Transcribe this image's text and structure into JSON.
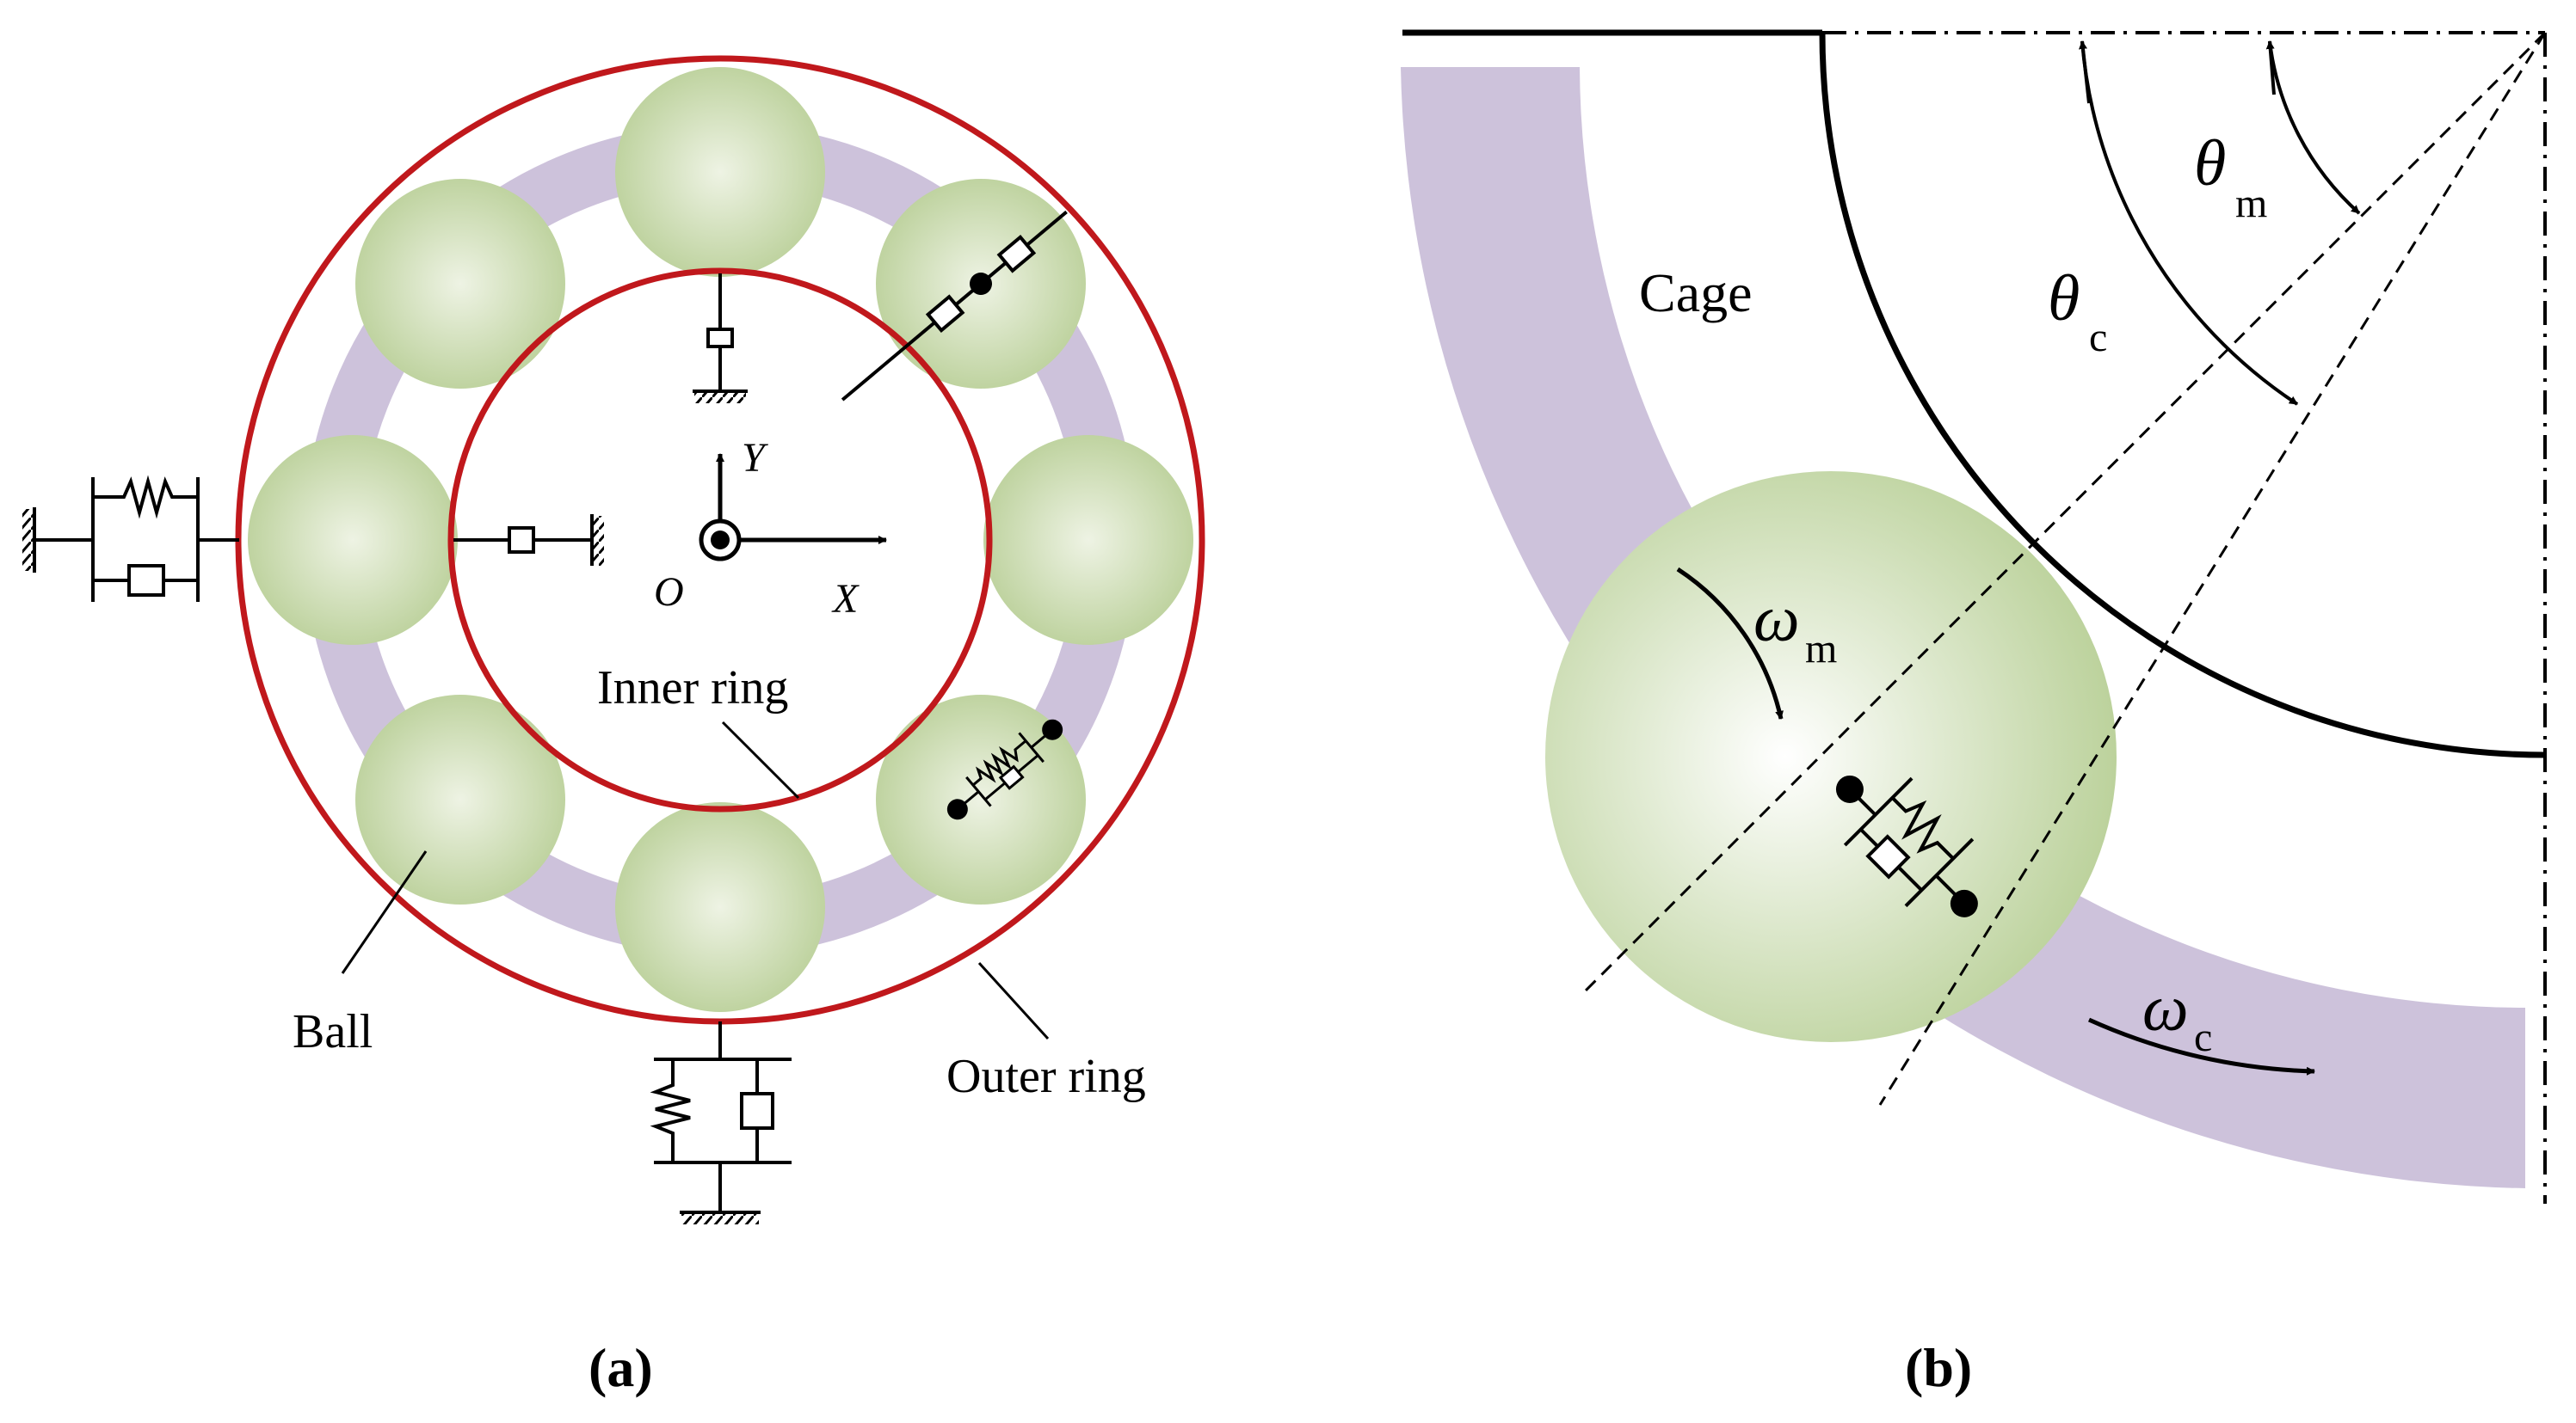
{
  "panel_a": {
    "caption": "(a)",
    "labels": {
      "inner_ring": "Inner ring",
      "outer_ring": "Outer ring",
      "ball": "Ball",
      "origin": "O",
      "x_axis": "X",
      "y_axis": "Y"
    }
  },
  "panel_b": {
    "caption": "(b)",
    "labels": {
      "cage": "Cage",
      "theta": "θ",
      "omega": "ω",
      "sub_m": "m",
      "sub_c": "c"
    }
  },
  "colors": {
    "ring_red": "#c0181c",
    "ball_green": "#c5d8a8",
    "cage_lavender": "#cdc2db",
    "ink": "#000000"
  }
}
